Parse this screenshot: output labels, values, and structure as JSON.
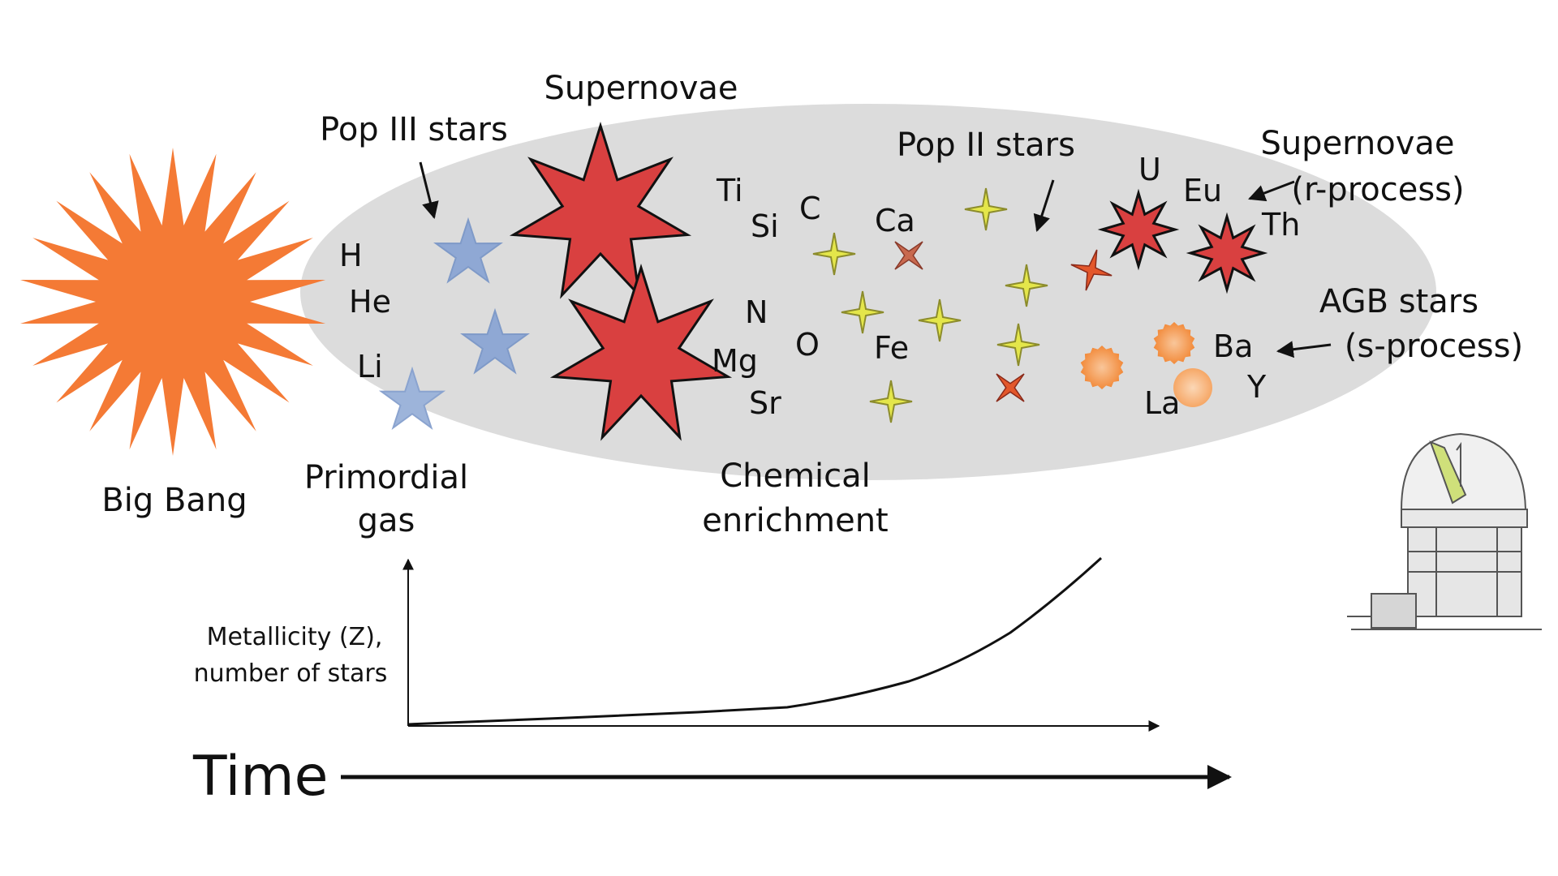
{
  "labels": {
    "big_bang": "Big Bang",
    "primordial_gas_line1": "Primordial",
    "primordial_gas_line2": "gas",
    "pop3": "Pop III stars",
    "supernovae_top": "Supernovae",
    "pop2": "Pop II stars",
    "supernovae_r_line1": "Supernovae",
    "supernovae_r_line2": "(r-process)",
    "agb_line1": "AGB stars",
    "agb_line2": "(s-process)",
    "chem_line1": "Chemical",
    "chem_line2": "enrichment",
    "ylabel_line1": "Metallicity (Z),",
    "ylabel_line2": "number of stars",
    "time": "Time"
  },
  "elements": {
    "H": "H",
    "He": "He",
    "Li": "Li",
    "Ti": "Ti",
    "Si": "Si",
    "C": "C",
    "Ca": "Ca",
    "N": "N",
    "O": "O",
    "Mg": "Mg",
    "Sr": "Sr",
    "Fe": "Fe",
    "U": "U",
    "Eu": "Eu",
    "Th": "Th",
    "Ba": "Ba",
    "La": "La",
    "Y": "Y"
  },
  "colors": {
    "sun": "#f47a35",
    "cloud": "#dcdcdc",
    "supernova": "#d94040",
    "pop3_star": "#8fa8d4",
    "pop2_star": "#e4e64a",
    "cross_star": "#e3572b",
    "agb_glow": "#f39a4e"
  },
  "icons": {
    "big_bang": "sunburst-icon",
    "observatory": "observatory-dome-icon"
  }
}
